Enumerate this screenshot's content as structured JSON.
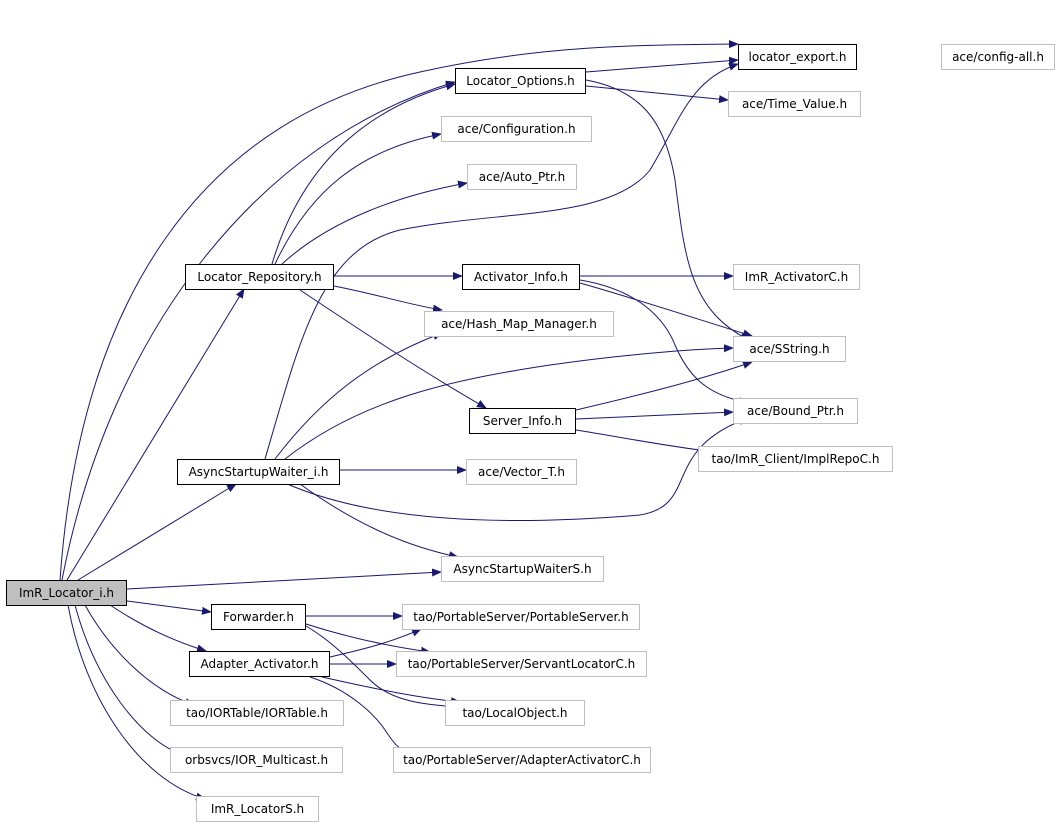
{
  "colors": {
    "edge": "#191970",
    "node_border": "#000000",
    "external_border": "#bfbfbf",
    "root_fill": "#bfbfbf"
  },
  "nodes": [
    {
      "id": "imr_locator_i",
      "label": "ImR_Locator_i.h",
      "kind": "root"
    },
    {
      "id": "locator_export",
      "label": "locator_export.h",
      "kind": "inner"
    },
    {
      "id": "config_all",
      "label": "ace/config-all.h",
      "kind": "ext"
    },
    {
      "id": "locator_options",
      "label": "Locator_Options.h",
      "kind": "inner"
    },
    {
      "id": "time_value",
      "label": "ace/Time_Value.h",
      "kind": "ext"
    },
    {
      "id": "configuration",
      "label": "ace/Configuration.h",
      "kind": "ext"
    },
    {
      "id": "auto_ptr",
      "label": "ace/Auto_Ptr.h",
      "kind": "ext"
    },
    {
      "id": "locator_repository",
      "label": "Locator_Repository.h",
      "kind": "inner"
    },
    {
      "id": "activator_info",
      "label": "Activator_Info.h",
      "kind": "inner"
    },
    {
      "id": "imr_activatorc",
      "label": "ImR_ActivatorC.h",
      "kind": "ext"
    },
    {
      "id": "hash_map_manager",
      "label": "ace/Hash_Map_Manager.h",
      "kind": "ext"
    },
    {
      "id": "sstring",
      "label": "ace/SString.h",
      "kind": "ext"
    },
    {
      "id": "server_info",
      "label": "Server_Info.h",
      "kind": "inner"
    },
    {
      "id": "bound_ptr",
      "label": "ace/Bound_Ptr.h",
      "kind": "ext"
    },
    {
      "id": "implrepoc",
      "label": "tao/ImR_Client/ImplRepoC.h",
      "kind": "ext"
    },
    {
      "id": "asyncstartupwaiter_i",
      "label": "AsyncStartupWaiter_i.h",
      "kind": "inner"
    },
    {
      "id": "vector_t",
      "label": "ace/Vector_T.h",
      "kind": "ext"
    },
    {
      "id": "asyncstartupwaiters",
      "label": "AsyncStartupWaiterS.h",
      "kind": "ext"
    },
    {
      "id": "forwarder",
      "label": "Forwarder.h",
      "kind": "inner"
    },
    {
      "id": "portableserver",
      "label": "tao/PortableServer/PortableServer.h",
      "kind": "ext"
    },
    {
      "id": "adapter_activator",
      "label": "Adapter_Activator.h",
      "kind": "inner"
    },
    {
      "id": "servantlocatorc",
      "label": "tao/PortableServer/ServantLocatorC.h",
      "kind": "ext"
    },
    {
      "id": "iortable",
      "label": "tao/IORTable/IORTable.h",
      "kind": "ext"
    },
    {
      "id": "localobject",
      "label": "tao/LocalObject.h",
      "kind": "ext"
    },
    {
      "id": "ior_multicast",
      "label": "orbsvcs/IOR_Multicast.h",
      "kind": "ext"
    },
    {
      "id": "adapteractivatorc",
      "label": "tao/PortableServer/AdapterActivatorC.h",
      "kind": "ext"
    },
    {
      "id": "imr_locators",
      "label": "ImR_LocatorS.h",
      "kind": "ext"
    }
  ]
}
